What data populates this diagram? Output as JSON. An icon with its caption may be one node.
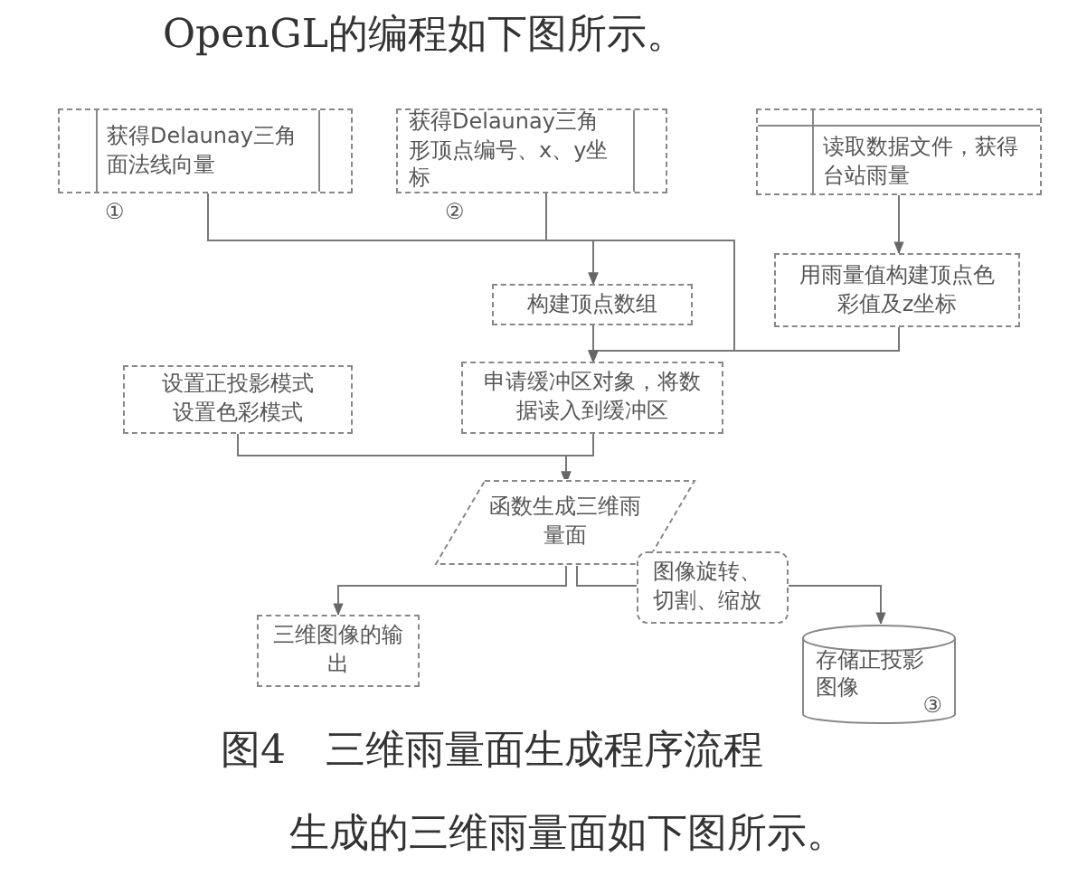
{
  "diagram": {
    "caption": "图4　三维雨量面生成程序流程",
    "nodes": [
      {
        "text": [
          "获得Delaunay三角面法线向量"
        ],
        "beside": [
          "①"
        ]
      },
      {
        "text": [
          "获得Delaunay三角形顶点编号、x、y坐标"
        ],
        "beside": [
          "②"
        ]
      },
      {
        "text": [
          "读取数据文件，获得台站雨量"
        ]
      },
      {
        "text": [
          "构建顶点数组"
        ]
      },
      {
        "text": [
          "用雨量值构建顶点色彩值及z坐标"
        ]
      },
      {
        "text": [
          "设置正投影模式",
          "设置色彩模式"
        ]
      },
      {
        "text": [
          "申请缓冲区对象，将数据读入到缓冲区"
        ]
      },
      {
        "text": [
          "函数生成三维雨量面"
        ]
      },
      {
        "text": [
          "三维图像的输出"
        ]
      },
      {
        "text": [
          "图像旋转、切割、缩放"
        ]
      },
      {
        "text": [
          "存储正投影图像",
          "③"
        ]
      }
    ],
    "edges": [
      {
        "from": 0,
        "to": 3,
        "arrow": "to"
      },
      {
        "from": 1,
        "to": 3,
        "arrow": "to"
      },
      {
        "from": 0,
        "to": 6,
        "arrow": "to"
      },
      {
        "from": 1,
        "to": 6,
        "arrow": "to"
      },
      {
        "from": 2,
        "to": 4,
        "arrow": "to"
      },
      {
        "from": 3,
        "to": 6,
        "arrow": "to"
      },
      {
        "from": 4,
        "to": 6,
        "arrow": "to"
      },
      {
        "from": 5,
        "to": 7,
        "arrow": "to"
      },
      {
        "from": 6,
        "to": 7,
        "arrow": "to"
      },
      {
        "from": 7,
        "to": 8,
        "arrow": "to"
      },
      {
        "from": 7,
        "to": 9,
        "arrow": "none"
      },
      {
        "from": 9,
        "to": 10,
        "arrow": "to"
      }
    ],
    "labels": [
      "OpenGL的编程如下图所示。",
      "生成的三维雨量面如下图所示。"
    ]
  }
}
